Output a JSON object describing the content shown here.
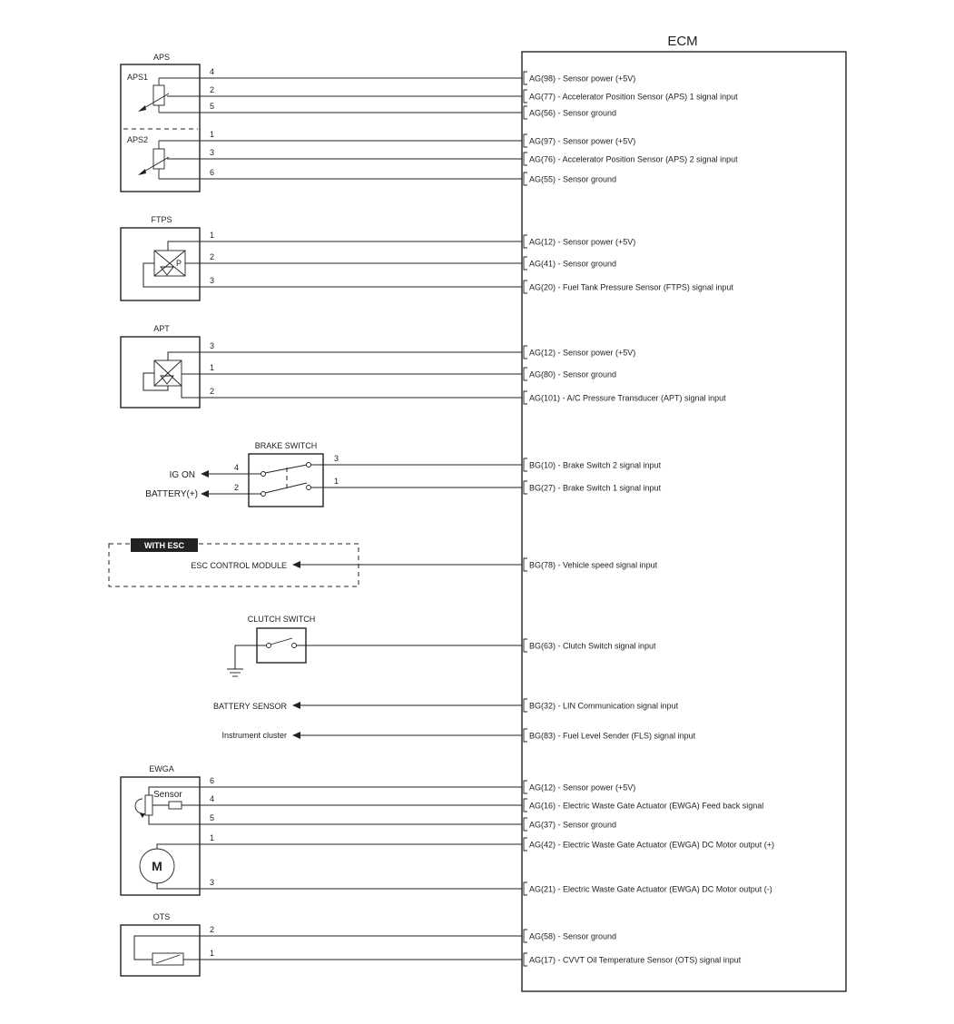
{
  "ecm": {
    "title": "ECM"
  },
  "components": {
    "aps": {
      "title": "APS",
      "sub1": "APS1",
      "sub2": "APS2"
    },
    "ftps": {
      "title": "FTPS",
      "p_mark": "P"
    },
    "apt": {
      "title": "APT"
    },
    "brake": {
      "title": "BRAKE SWITCH",
      "ig_on": "IG ON",
      "battery": "BATTERY(+)"
    },
    "esc": {
      "badge": "WITH ESC",
      "module": "ESC CONTROL MODULE"
    },
    "clutch": {
      "title": "CLUTCH SWITCH"
    },
    "battery_sensor": "BATTERY SENSOR",
    "instrument_cluster": "Instrument cluster",
    "ewga": {
      "title": "EWGA",
      "sensor": "Sensor",
      "motor": "M"
    },
    "ots": {
      "title": "OTS"
    }
  },
  "pins": {
    "aps": [
      "4",
      "2",
      "5",
      "1",
      "3",
      "6"
    ],
    "ftps": [
      "1",
      "2",
      "3"
    ],
    "apt": [
      "3",
      "1",
      "2"
    ],
    "brake_right": [
      "3",
      "1"
    ],
    "brake_left": [
      "4",
      "2"
    ],
    "ewga": [
      "6",
      "4",
      "5",
      "1",
      "3"
    ],
    "ots": [
      "2",
      "1"
    ]
  },
  "signals": [
    "AG(98) - Sensor power (+5V)",
    "AG(77) - Accelerator Position Sensor (APS) 1 signal input",
    "AG(56) - Sensor ground",
    "AG(97) - Sensor power (+5V)",
    "AG(76) - Accelerator Position Sensor (APS) 2 signal input",
    "AG(55) - Sensor ground",
    "AG(12) - Sensor power (+5V)",
    "AG(41) - Sensor ground",
    "AG(20) - Fuel Tank Pressure Sensor (FTPS) signal input",
    "AG(12) - Sensor power (+5V)",
    "AG(80) - Sensor ground",
    "AG(101) - A/C Pressure Transducer (APT) signal input",
    "BG(10) - Brake Switch 2 signal input",
    "BG(27) - Brake Switch 1 signal input",
    "BG(78) - Vehicle speed signal input",
    "BG(63) - Clutch Switch signal input",
    "BG(32) - LIN Communication signal input",
    "BG(83) - Fuel Level Sender (FLS) signal input",
    "AG(12) - Sensor power (+5V)",
    "AG(16) - Electric Waste Gate Actuator (EWGA) Feed back signal",
    "AG(37) - Sensor ground",
    "AG(42) - Electric Waste Gate Actuator (EWGA) DC Motor output (+)",
    "AG(21) - Electric Waste Gate Actuator (EWGA) DC Motor output (-)",
    "AG(58) - Sensor ground",
    "AG(17) - CVVT Oil Temperature Sensor (OTS) signal input"
  ]
}
